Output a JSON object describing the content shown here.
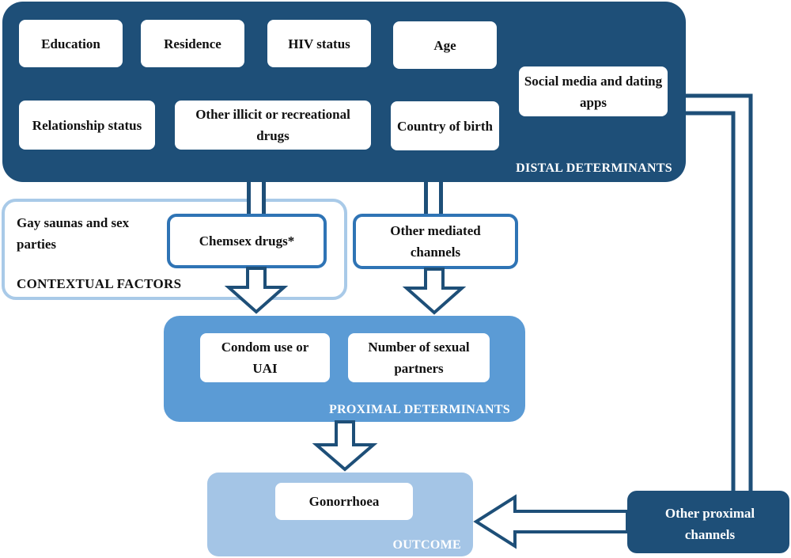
{
  "distal": {
    "label": "DISTAL DETERMINANTS",
    "items": {
      "education": "Education",
      "residence": "Residence",
      "hiv_status": "HIV status",
      "age": "Age",
      "social_media": "Social media and dating apps",
      "relationship_status": "Relationship status",
      "other_drugs": "Other illicit or recreational drugs",
      "country_of_birth": "Country of birth"
    }
  },
  "contextual": {
    "label": "CONTEXTUAL FACTORS",
    "saunas": "Gay saunas and sex parties"
  },
  "mediators": {
    "chemsex": "Chemsex drugs*",
    "other_mediated": "Other mediated channels"
  },
  "proximal": {
    "label": "PROXIMAL DETERMINANTS",
    "condom": "Condom use or UAI",
    "partners": "Number of sexual partners"
  },
  "outcome": {
    "label": "OUTCOME",
    "gonorrhoea": "Gonorrhoea"
  },
  "other_proximal": "Other proximal channels",
  "colors": {
    "dark_blue": "#1e4f78",
    "mid_blue": "#5b9bd5",
    "light_blue": "#a4c5e6",
    "pale_blue": "#a9cae8",
    "outline_blue": "#2f74b5"
  }
}
